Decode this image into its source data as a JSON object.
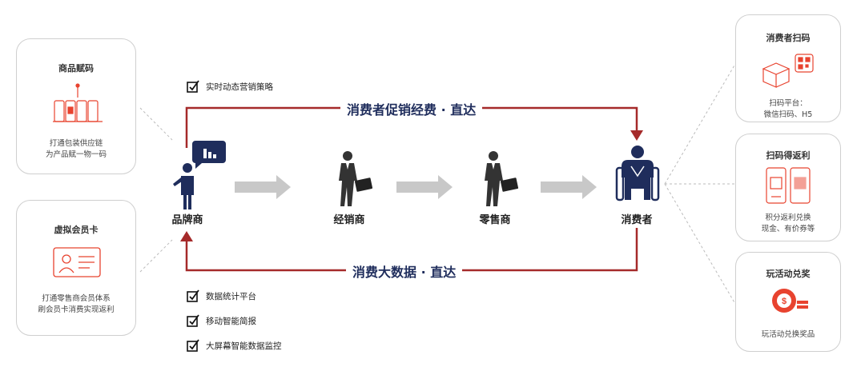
{
  "left_cards": [
    {
      "title": "商品赋码",
      "desc": [
        "打通包装供应链",
        "为产品赋一物一码"
      ]
    },
    {
      "title": "虚拟会员卡",
      "desc": [
        "打通零售商会员体系",
        "刷会员卡消费实现返利"
      ]
    }
  ],
  "right_cards": [
    {
      "title": "消费者扫码",
      "desc": [
        "扫码平台：",
        "微信扫码、H5"
      ]
    },
    {
      "title": "扫码得返利",
      "desc": [
        "积分返利兑换",
        "现金、有价券等"
      ]
    },
    {
      "title": "玩活动兑奖",
      "desc": [
        "玩活动兑换奖品"
      ]
    }
  ],
  "actors": {
    "brand": "品牌商",
    "distributor": "经销商",
    "retailer": "零售商",
    "consumer": "消费者"
  },
  "flows": {
    "top": "消费者促销经费 · 直达",
    "bottom": "消费大数据 · 直达"
  },
  "checks_top": [
    "实时动态营销策略"
  ],
  "checks_bottom": [
    "数据统计平台",
    "移动智能简报",
    "大屏幕智能数据监控"
  ],
  "colors": {
    "accent_red": "#e8432f",
    "arrow_dark_red": "#a52a2a",
    "navy": "#1f2d5c",
    "gray_arrow": "#c8c8c8"
  }
}
